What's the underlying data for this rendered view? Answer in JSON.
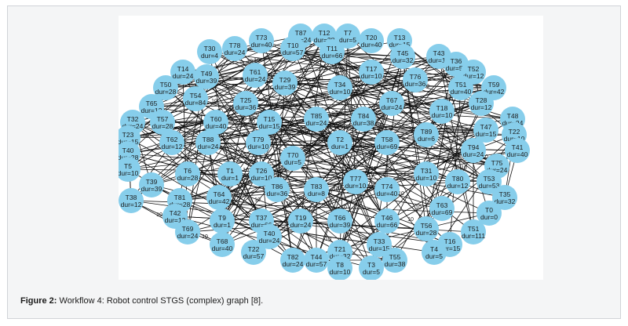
{
  "caption": {
    "label": "Figure 2:",
    "text": " Workflow 4: Robot control STGS (complex) graph [8]."
  },
  "colors": {
    "node_fill": "#87ceeb",
    "edge": "#111111"
  },
  "graph": {
    "edge_label": "10",
    "nodes": [
      {
        "id": "T87",
        "dur": "dur=24"
      },
      {
        "id": "T12",
        "dur": "dur=38"
      },
      {
        "id": "T7",
        "dur": "dur=5"
      },
      {
        "id": "T20",
        "dur": "dur=40"
      },
      {
        "id": "T13",
        "dur": "dur=15"
      },
      {
        "id": "T73",
        "dur": "dur=40"
      },
      {
        "id": "T10",
        "dur": "dur=57"
      },
      {
        "id": "T11",
        "dur": "dur=66"
      },
      {
        "id": "T45",
        "dur": "dur=32"
      },
      {
        "id": "T43",
        "dur": "dur=10"
      },
      {
        "id": "T78",
        "dur": "dur=24"
      },
      {
        "id": "T30",
        "dur": "dur=4"
      },
      {
        "id": "T36",
        "dur": "dur=57"
      },
      {
        "id": "T52",
        "dur": "dur=12"
      },
      {
        "id": "T14",
        "dur": "dur=24"
      },
      {
        "id": "T49",
        "dur": "dur=39"
      },
      {
        "id": "T61",
        "dur": "dur=24"
      },
      {
        "id": "T17",
        "dur": "dur=10"
      },
      {
        "id": "T76",
        "dur": "dur=36"
      },
      {
        "id": "T51",
        "dur": "dur=40"
      },
      {
        "id": "T59",
        "dur": "dur=42"
      },
      {
        "id": "T50",
        "dur": "dur=28"
      },
      {
        "id": "T29",
        "dur": "dur=39"
      },
      {
        "id": "T34",
        "dur": "dur=10"
      },
      {
        "id": "T28",
        "dur": "dur=12"
      },
      {
        "id": "T65",
        "dur": "dur=12"
      },
      {
        "id": "T54",
        "dur": "dur=84"
      },
      {
        "id": "T25",
        "dur": "dur=36"
      },
      {
        "id": "T67",
        "dur": "dur=24"
      },
      {
        "id": "T18",
        "dur": "dur=10"
      },
      {
        "id": "T48",
        "dur": "dur=24"
      },
      {
        "id": "T32",
        "dur": "dur=24"
      },
      {
        "id": "T57",
        "dur": "dur=28"
      },
      {
        "id": "T60",
        "dur": "dur=40"
      },
      {
        "id": "T15",
        "dur": "dur=15"
      },
      {
        "id": "T85",
        "dur": "dur=24"
      },
      {
        "id": "T84",
        "dur": "dur=38"
      },
      {
        "id": "T47",
        "dur": "dur=15"
      },
      {
        "id": "T22",
        "dur": "dur=10"
      },
      {
        "id": "T23",
        "dur": "dur=15"
      },
      {
        "id": "T62",
        "dur": "dur=12"
      },
      {
        "id": "T88",
        "dur": "dur=24"
      },
      {
        "id": "T79",
        "dur": "dur=10"
      },
      {
        "id": "T2",
        "dur": "dur=1"
      },
      {
        "id": "T58",
        "dur": "dur=69"
      },
      {
        "id": "T89",
        "dur": "dur=6"
      },
      {
        "id": "T41",
        "dur": "dur=40"
      },
      {
        "id": "T40",
        "dur": "dur=28"
      },
      {
        "id": "T94",
        "dur": "dur=24"
      },
      {
        "id": "T75",
        "dur": "dur=24"
      },
      {
        "id": "T5",
        "dur": "dur=10"
      },
      {
        "id": "T70",
        "dur": "dur=5"
      },
      {
        "id": "T26",
        "dur": "dur=10"
      },
      {
        "id": "T39",
        "dur": "dur=39"
      },
      {
        "id": "T6",
        "dur": "dur=28"
      },
      {
        "id": "T1",
        "dur": "dur=1"
      },
      {
        "id": "T31",
        "dur": "dur=10"
      },
      {
        "id": "T80",
        "dur": "dur=12"
      },
      {
        "id": "T53",
        "dur": "dur=53"
      },
      {
        "id": "T77",
        "dur": "dur=10"
      },
      {
        "id": "T38",
        "dur": "dur=12"
      },
      {
        "id": "T86",
        "dur": "dur=36"
      },
      {
        "id": "T83",
        "dur": "dur=8"
      },
      {
        "id": "T74",
        "dur": "dur=40"
      },
      {
        "id": "T35",
        "dur": "dur=32"
      },
      {
        "id": "T81",
        "dur": "dur=28"
      },
      {
        "id": "T64",
        "dur": "dur=42"
      },
      {
        "id": "T63",
        "dur": "dur=69"
      },
      {
        "id": "T0",
        "dur": "dur=0"
      },
      {
        "id": "T42",
        "dur": "dur=12"
      },
      {
        "id": "T9",
        "dur": "dur=1"
      },
      {
        "id": "T37",
        "dur": "dur=66"
      },
      {
        "id": "T19",
        "dur": "dur=24"
      },
      {
        "id": "T66",
        "dur": "dur=39"
      },
      {
        "id": "T46",
        "dur": "dur=66"
      },
      {
        "id": "T56",
        "dur": "dur=28"
      },
      {
        "id": "T51b",
        "dur": "dur=111"
      },
      {
        "id": "T69",
        "dur": "dur=24"
      },
      {
        "id": "T16",
        "dur": "dur=15"
      },
      {
        "id": "T68",
        "dur": "dur=40"
      },
      {
        "id": "T22b",
        "dur": "dur=57"
      },
      {
        "id": "T40b",
        "dur": "dur=24"
      },
      {
        "id": "T33",
        "dur": "dur=15"
      },
      {
        "id": "T21",
        "dur": "dur=32"
      },
      {
        "id": "T4",
        "dur": "dur=5"
      },
      {
        "id": "T55",
        "dur": "dur=38"
      },
      {
        "id": "T82",
        "dur": "dur=24"
      },
      {
        "id": "T44",
        "dur": "dur=57"
      },
      {
        "id": "T8",
        "dur": "dur=10"
      },
      {
        "id": "T3",
        "dur": "dur=5"
      }
    ]
  }
}
